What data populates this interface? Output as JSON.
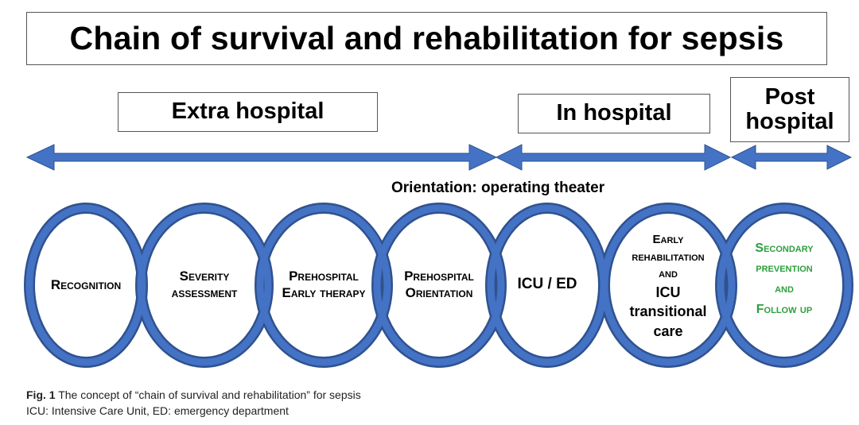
{
  "title": "Chain of survival and rehabilitation for sepsis",
  "phases": {
    "extra": "Extra hospital",
    "in": "In hospital",
    "post": "Post\nhospital"
  },
  "orientation_label": "Orientation: operating theater",
  "steps": [
    {
      "label": "Recognition"
    },
    {
      "label": "Severity\nassessment"
    },
    {
      "label": "Prehospital\nEarly therapy"
    },
    {
      "label": "Prehospital\nOrientation"
    },
    {
      "label": "ICU / ED"
    },
    {
      "label_top": "Early\nrehabilitation\nand",
      "label_bottom": "ICU\ntransitional\ncare"
    },
    {
      "label": "Secondary\nprevention\nand\nFollow up"
    }
  ],
  "colors": {
    "ring": "#4472C4",
    "ring_stroke": "#2F528F",
    "arrow": "#4472C4",
    "green_text": "#2E9E3E"
  },
  "caption": {
    "fig_label": "Fig. 1",
    "fig_text": "The concept of “chain of survival and rehabilitation” for sepsis",
    "note": "ICU: Intensive Care Unit, ED: emergency department"
  }
}
